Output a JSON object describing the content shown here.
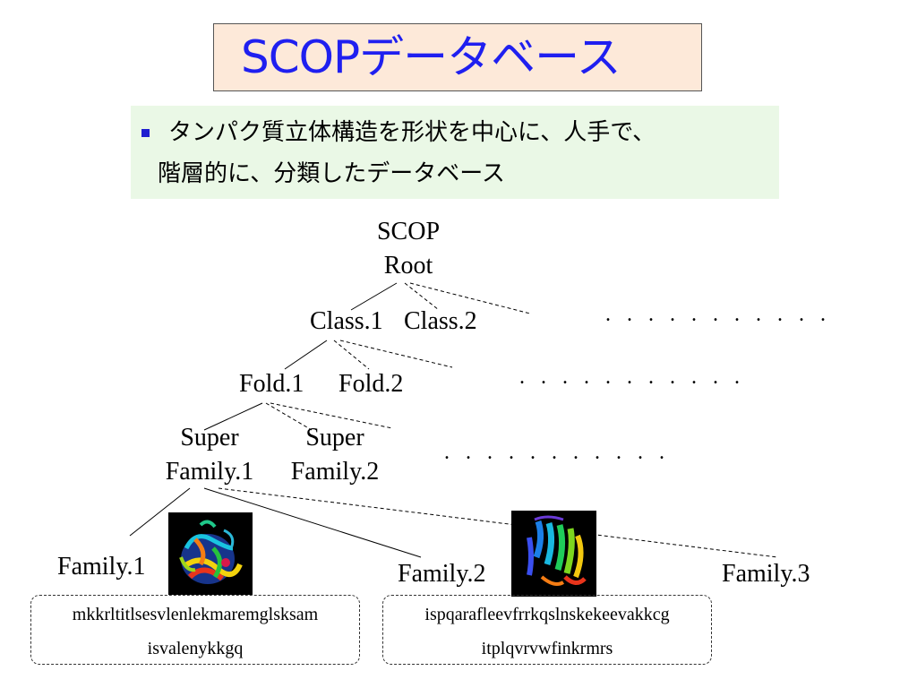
{
  "title": "SCOPデータベース",
  "description": {
    "line1": "タンパク質立体構造を形状を中心に、人手で、",
    "line2": "階層的に、分類したデータベース"
  },
  "tree": {
    "root": {
      "line1": "SCOP",
      "line2": "Root"
    },
    "class1": "Class.1",
    "class2": "Class.2",
    "fold1": "Fold.1",
    "fold2": "Fold.2",
    "superfamily1": {
      "line1": "Super",
      "line2": "Family.1"
    },
    "superfamily2": {
      "line1": "Super",
      "line2": "Family.2"
    },
    "family1": "Family.1",
    "family2": "Family.2",
    "family3": "Family.3",
    "ellipsis": ". . . . . . . . . . ."
  },
  "sequences": {
    "family1": {
      "line1": "mkkrltitlsesvlenlekmaremglsksam",
      "line2": "isvalenykkgq"
    },
    "family2": {
      "line1": "ispqarafleevfrrkqslnskekeevakkcg",
      "line2": "itplqvrvwfinkrmrs"
    }
  },
  "icons": {
    "protein1": "protein-structure-alpha-beta-icon",
    "protein2": "protein-structure-beta-sheet-icon"
  },
  "colors": {
    "title_text": "#1f1ff0",
    "title_bg": "#fde9d9",
    "desc_bg": "#eaf8e6",
    "bullet": "#1f1fd0"
  }
}
